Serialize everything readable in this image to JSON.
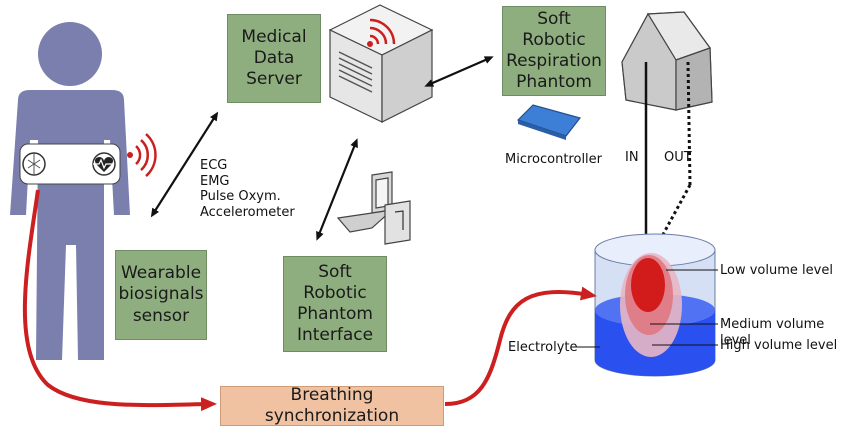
{
  "boxes": {
    "medical_data_server": "Medical\nData\nServer",
    "soft_robotic_respiration_phantom": "Soft Robotic\nRespiration\nPhantom",
    "wearable_biosignals_sensor": "Wearable\nbiosignals\nsensor",
    "soft_robotic_phantom_interface": "Soft Robotic\nPhantom\nInterface",
    "breathing_synchronization": "Breathing synchronization"
  },
  "labels": {
    "signals": "ECG\nEMG\nPulse Oxym.\nAccelerometer",
    "microcontroller": "Microcontroller",
    "in": "IN",
    "out": "OUT",
    "low_volume": "Low volume level",
    "medium_volume": "Medium volume level",
    "high_volume": "High volume level",
    "electrolyte": "Electrolyte"
  },
  "colors": {
    "box_green": "#8fae7f",
    "box_peach": "#f0c2a2",
    "person": "#7b7fae",
    "arrow_red": "#cc1f1f",
    "liquid_blue": "#2b50f0",
    "balloon_red": "#d21c1c"
  },
  "icons": [
    "person-figure",
    "wifi-icon",
    "server-cube",
    "laptop-icon",
    "microcontroller-board",
    "soft-robot-dome",
    "heart-icon",
    "sensor-cylinder"
  ]
}
